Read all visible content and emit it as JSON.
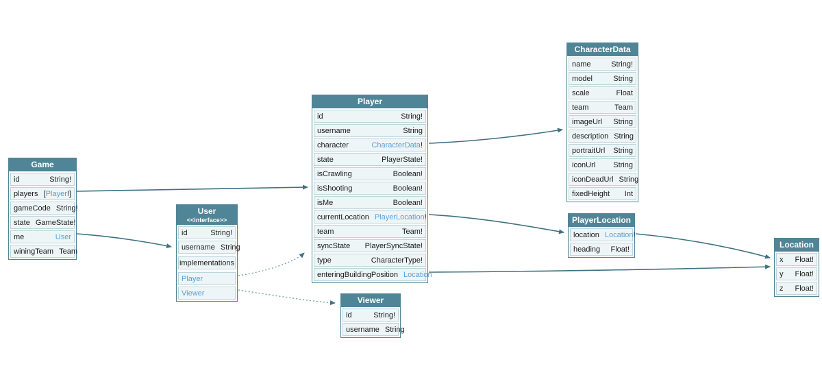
{
  "diagram": {
    "colors": {
      "header_bg": "#4f8596",
      "row_bg": "#eef5f7",
      "row_border": "#bcd4dc",
      "link": "#58a0d7",
      "edge": "#3f7181",
      "edge_dotted": "#76a0ad"
    },
    "entities": {
      "game": {
        "title": "Game",
        "fields": [
          {
            "name": "id",
            "pre": "",
            "link": "",
            "post": "String!"
          },
          {
            "name": "players",
            "pre": "[",
            "link": "Player",
            "post": "!]"
          },
          {
            "name": "gameCode",
            "pre": "",
            "link": "",
            "post": "String!"
          },
          {
            "name": "state",
            "pre": "",
            "link": "",
            "post": "GameState!"
          },
          {
            "name": "me",
            "pre": "",
            "link": "User",
            "post": ""
          },
          {
            "name": "winingTeam",
            "pre": "",
            "link": "",
            "post": "Team"
          }
        ]
      },
      "user": {
        "title": "User",
        "stereotype": "<<interface>>",
        "fields": [
          {
            "name": "id",
            "pre": "",
            "link": "",
            "post": "String!"
          },
          {
            "name": "username",
            "pre": "",
            "link": "",
            "post": "String"
          }
        ],
        "section_label": "implementations",
        "implementations": [
          {
            "label": "Player"
          },
          {
            "label": "Viewer"
          }
        ]
      },
      "player": {
        "title": "Player",
        "fields": [
          {
            "name": "id",
            "pre": "",
            "link": "",
            "post": "String!"
          },
          {
            "name": "username",
            "pre": "",
            "link": "",
            "post": "String"
          },
          {
            "name": "character",
            "pre": "",
            "link": "CharacterData",
            "post": "!"
          },
          {
            "name": "state",
            "pre": "",
            "link": "",
            "post": "PlayerState!"
          },
          {
            "name": "isCrawling",
            "pre": "",
            "link": "",
            "post": "Boolean!"
          },
          {
            "name": "isShooting",
            "pre": "",
            "link": "",
            "post": "Boolean!"
          },
          {
            "name": "isMe",
            "pre": "",
            "link": "",
            "post": "Boolean!"
          },
          {
            "name": "currentLocation",
            "pre": "",
            "link": "PlayerLocation",
            "post": "!"
          },
          {
            "name": "team",
            "pre": "",
            "link": "",
            "post": "Team!"
          },
          {
            "name": "syncState",
            "pre": "",
            "link": "",
            "post": "PlayerSyncState!"
          },
          {
            "name": "type",
            "pre": "",
            "link": "",
            "post": "CharacterType!"
          },
          {
            "name": "enteringBuildingPosition",
            "pre": "",
            "link": "Location",
            "post": ""
          }
        ]
      },
      "characterData": {
        "title": "CharacterData",
        "fields": [
          {
            "name": "name",
            "pre": "",
            "link": "",
            "post": "String!"
          },
          {
            "name": "model",
            "pre": "",
            "link": "",
            "post": "String"
          },
          {
            "name": "scale",
            "pre": "",
            "link": "",
            "post": "Float"
          },
          {
            "name": "team",
            "pre": "",
            "link": "",
            "post": "Team"
          },
          {
            "name": "imageUrl",
            "pre": "",
            "link": "",
            "post": "String"
          },
          {
            "name": "description",
            "pre": "",
            "link": "",
            "post": "String"
          },
          {
            "name": "portraitUrl",
            "pre": "",
            "link": "",
            "post": "String"
          },
          {
            "name": "iconUrl",
            "pre": "",
            "link": "",
            "post": "String"
          },
          {
            "name": "iconDeadUrl",
            "pre": "",
            "link": "",
            "post": "String"
          },
          {
            "name": "fixedHeight",
            "pre": "",
            "link": "",
            "post": "Int"
          }
        ]
      },
      "playerLocation": {
        "title": "PlayerLocation",
        "fields": [
          {
            "name": "location",
            "pre": "",
            "link": "Location",
            "post": "!"
          },
          {
            "name": "heading",
            "pre": "",
            "link": "",
            "post": "Float!"
          }
        ]
      },
      "location": {
        "title": "Location",
        "fields": [
          {
            "name": "x",
            "pre": "",
            "link": "",
            "post": "Float!"
          },
          {
            "name": "y",
            "pre": "",
            "link": "",
            "post": "Float!"
          },
          {
            "name": "z",
            "pre": "",
            "link": "",
            "post": "Float!"
          }
        ]
      },
      "viewer": {
        "title": "Viewer",
        "fields": [
          {
            "name": "id",
            "pre": "",
            "link": "",
            "post": "String!"
          },
          {
            "name": "username",
            "pre": "",
            "link": "",
            "post": "String"
          }
        ]
      }
    }
  }
}
